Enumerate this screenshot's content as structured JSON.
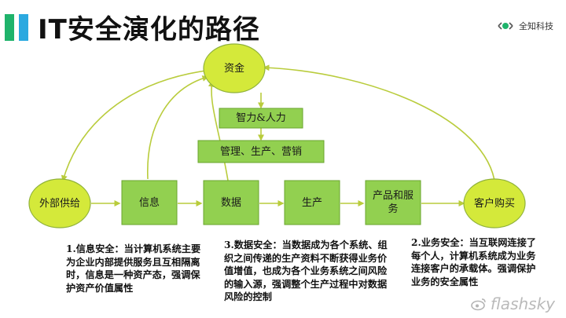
{
  "title": "IT安全演化的路径",
  "brand": {
    "name": "全知科技"
  },
  "watermark": {
    "text": "flashsky"
  },
  "colors": {
    "accent_green": "#1fb36b",
    "accent_blue": "#2ba9e0",
    "node_fill": "#92d050",
    "node_stroke": "#6aa52e",
    "ellipse_fill": "#d4e93a",
    "arrow": "#b9cc3c"
  },
  "nodes": {
    "capital": "资金",
    "intellect": "智力&人力",
    "management": "管理、生产、营销",
    "external": "外部供给",
    "info": "信息",
    "data": "数据",
    "production": "生产",
    "products": "产品和服务",
    "customer": "客户购买"
  },
  "notes": {
    "info_security": "1.信息安全：当计算机系统主要为企业内部提供服务且互相隔离时，信息是一种资产态，强调保护资产价值属性",
    "data_security": "3.数据安全：当数据成为各个系统、组织之间传递的生产资料不断获得业务价值增值，也成为各个业务系统之间风险的输入源，强调整个生产过程中对数据风险的控制",
    "business_security": "2.业务安全：当互联网连接了每个人，计算机系统成为业务连接客户的承载体。强调保护业务的安全属性"
  }
}
